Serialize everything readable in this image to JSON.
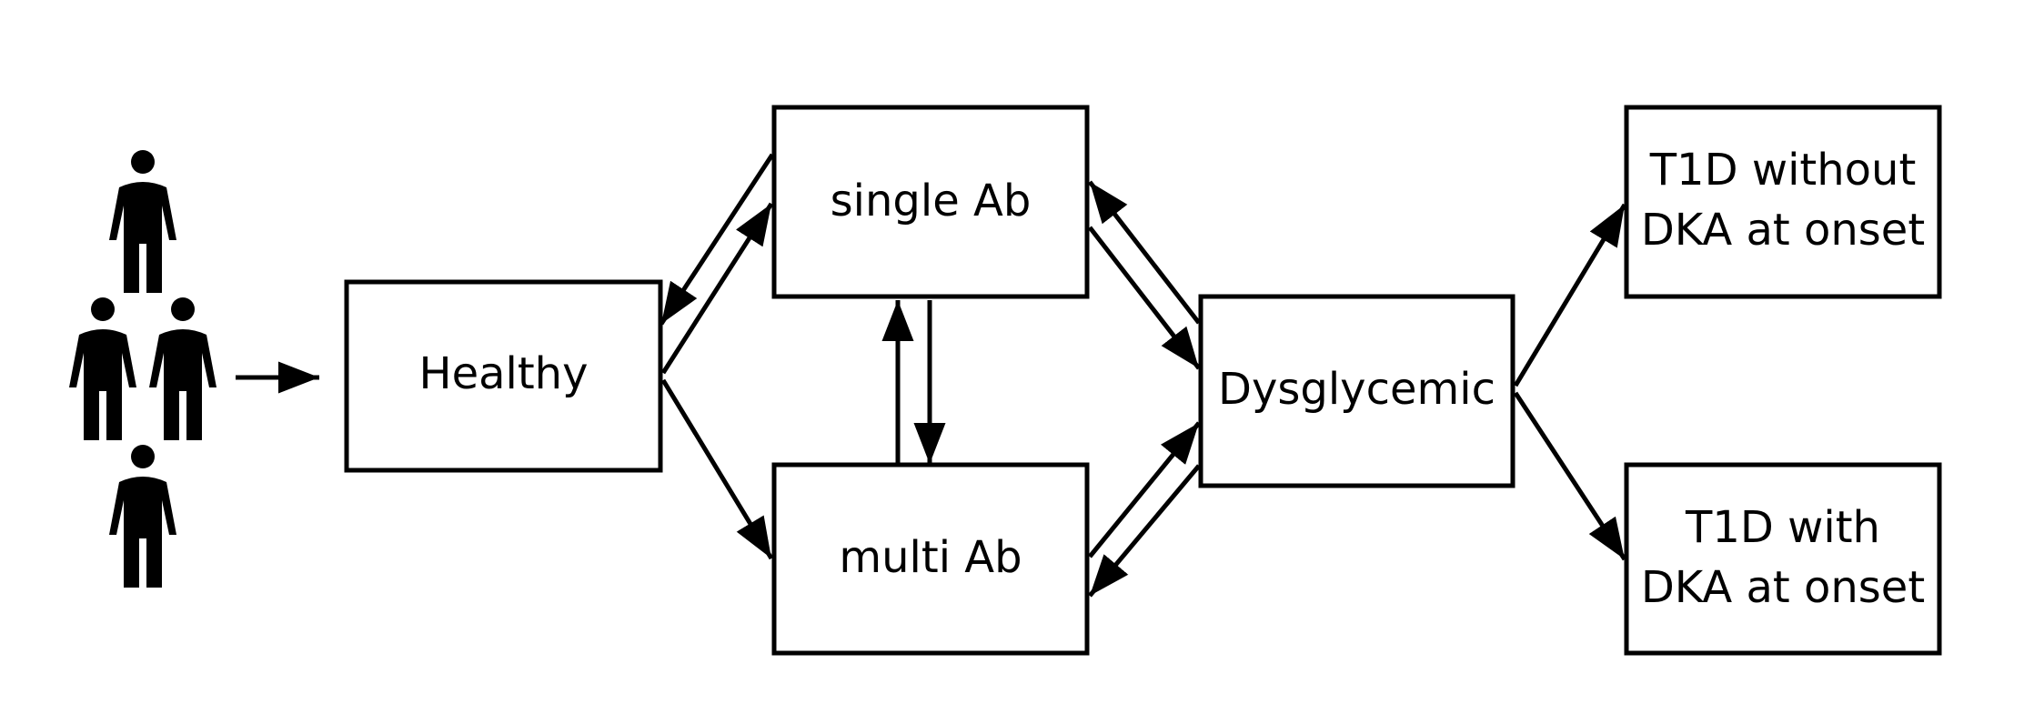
{
  "nodes": {
    "healthy": {
      "label": "Healthy"
    },
    "single_ab": {
      "label": "single Ab"
    },
    "multi_ab": {
      "label": "multi Ab"
    },
    "dysglycemic": {
      "label": "Dysglycemic"
    },
    "t1d_without": {
      "line1": "T1D without",
      "line2": "DKA at onset"
    },
    "t1d_with": {
      "line1": "T1D with",
      "line2": "DKA at onset"
    }
  },
  "icons": {
    "population": "person-icon",
    "population_count": 4
  },
  "edges": [
    {
      "from": "population",
      "to": "healthy"
    },
    {
      "from": "healthy",
      "to": "single_ab"
    },
    {
      "from": "single_ab",
      "to": "healthy"
    },
    {
      "from": "healthy",
      "to": "multi_ab"
    },
    {
      "from": "multi_ab",
      "to": "single_ab"
    },
    {
      "from": "single_ab",
      "to": "multi_ab"
    },
    {
      "from": "single_ab",
      "to": "dysglycemic"
    },
    {
      "from": "dysglycemic",
      "to": "single_ab"
    },
    {
      "from": "multi_ab",
      "to": "dysglycemic"
    },
    {
      "from": "dysglycemic",
      "to": "multi_ab"
    },
    {
      "from": "dysglycemic",
      "to": "t1d_without"
    },
    {
      "from": "dysglycemic",
      "to": "t1d_with"
    }
  ],
  "colors": {
    "stroke": "#000000",
    "fill": "#ffffff"
  }
}
